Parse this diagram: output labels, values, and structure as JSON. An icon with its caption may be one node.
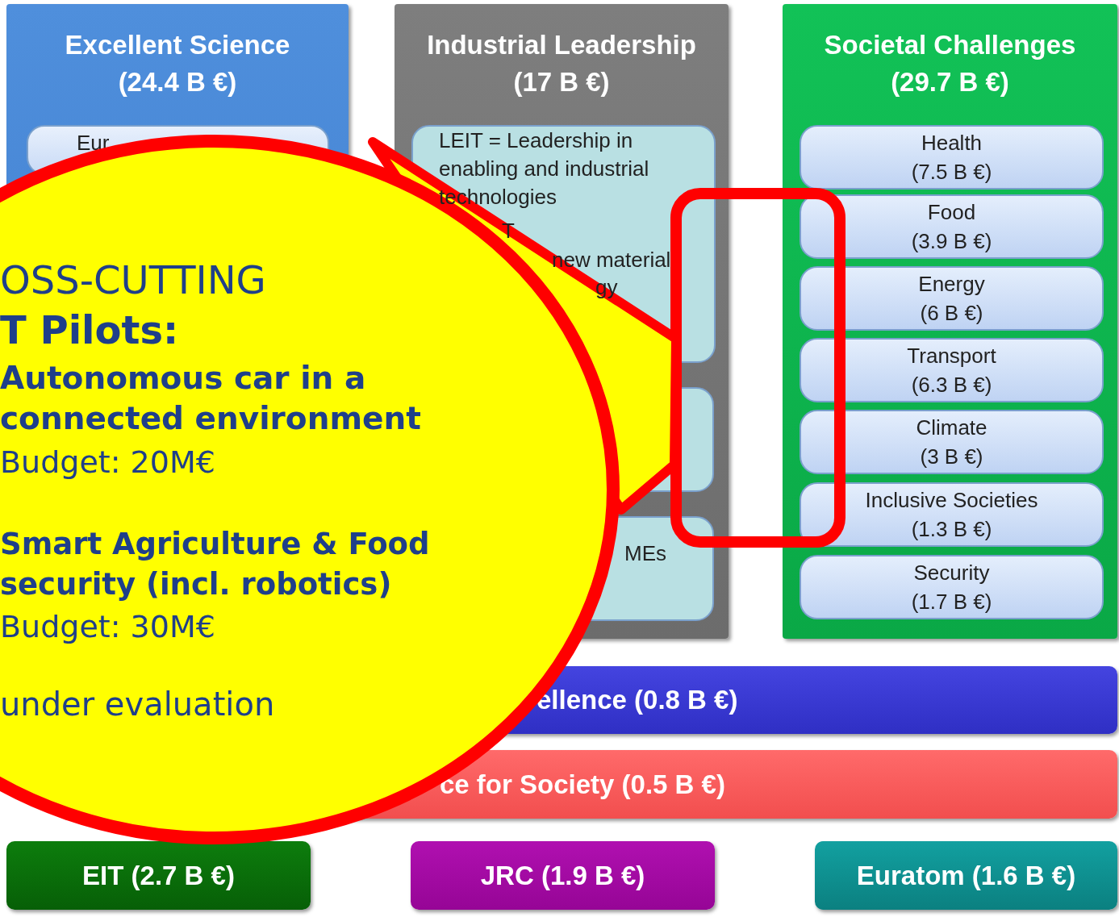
{
  "diagram": {
    "nodes": [
      {
        "text": [
          "Excellent Science (24.4 B €)"
        ]
      },
      {
        "text": [
          "Eur"
        ],
        "in": 0
      },
      {
        "text": [
          "Industrial Leadership (17 B €)"
        ]
      },
      {
        "text": [
          "LEIT = Leadership in enabling and industrial technologies",
          "T",
          "new material",
          "gy"
        ],
        "in": 2
      },
      {
        "text": [],
        "shape": "box",
        "in": 2
      },
      {
        "text": [
          "MEs"
        ],
        "in": 2
      },
      {
        "text": [
          "Societal Challenges (29.7 B €)"
        ]
      },
      {
        "text": [
          "Health (7.5 B €)"
        ],
        "in": 6
      },
      {
        "text": [
          "Food (3.9 B €)"
        ],
        "in": 6
      },
      {
        "text": [
          "Energy (6 B €)"
        ],
        "in": 6
      },
      {
        "text": [
          "Transport (6.3 B €)"
        ],
        "in": 6
      },
      {
        "text": [
          "Climate (3 B €)"
        ],
        "in": 6
      },
      {
        "text": [
          "Inclusive Societies (1.3 B €)"
        ],
        "in": 6
      },
      {
        "text": [
          "Security (1.7 B €)"
        ],
        "in": 6
      },
      {
        "text": [
          "ellence (0.8 B €)"
        ]
      },
      {
        "text": [
          "ce for Society (0.5 B €)"
        ]
      },
      {
        "text": [
          "EIT (2.7 B €)"
        ]
      },
      {
        "text": [
          "JRC (1.9 B €)"
        ]
      },
      {
        "text": [
          "Euratom (1.6 B €)"
        ]
      },
      {
        "text": [
          "OSS-CUTTING",
          "T Pilots:",
          "Autonomous car in a connected environment",
          "Budget: 20M€",
          "Smart Agriculture & Food security (incl. robotics)",
          "Budget: 30M€",
          "under evaluation"
        ]
      },
      {
        "text": [],
        "shape": "box"
      }
    ],
    "edges": [
      {
        "from": 19,
        "to": 20,
        "arrow": "none"
      }
    ]
  }
}
